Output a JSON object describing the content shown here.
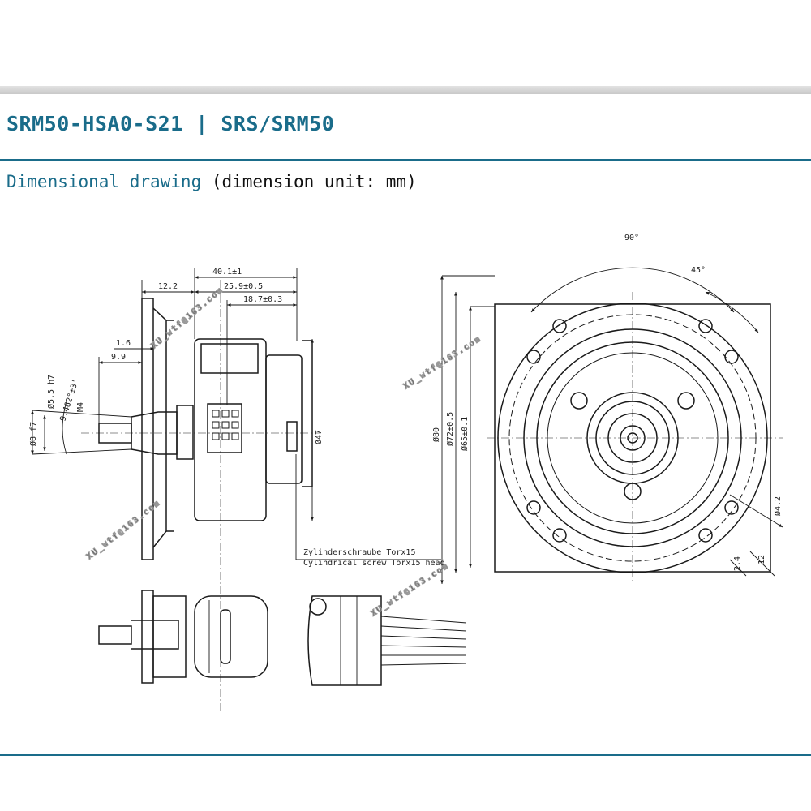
{
  "header": {
    "title": "SRM50-HSA0-S21 | SRS/SRM50",
    "subtitle_accent": "Dimensional drawing",
    "subtitle_rest": " (dimension unit: mm)"
  },
  "side_view": {
    "dims": {
      "overall_length": "40.1±1",
      "flange_offset": "12.2",
      "body_length": "25.9±0.5",
      "connector_length": "18.7±0.3",
      "shaft_step": "1.6",
      "shaft_length": "9.9",
      "thread": "M4",
      "taper_angle": "9.462°±3'",
      "shaft_diameter": "Ø5.5 h7",
      "shaft_base_diameter": "Ø8 f7",
      "body_diameter": "Ø47"
    },
    "screw_note_de": "Zylinderschraube Torx15",
    "screw_note_en": "Cylindrical screw Torx15 head"
  },
  "front_view": {
    "dims": {
      "outer_diameter": "Ø80",
      "bolt_circle": "Ø72±0.5",
      "pilot_diameter": "Ø65±0.1",
      "hole_diameter": "Ø4.2",
      "slot_offset": "2.4",
      "slot_length": "12",
      "angle_90": "90°",
      "angle_45": "45°"
    }
  },
  "watermark": "XU_wtf@163.com",
  "colors": {
    "accent": "#1a6c8a",
    "line": "#1a1a1a",
    "watermark": "#9a9a9a"
  }
}
